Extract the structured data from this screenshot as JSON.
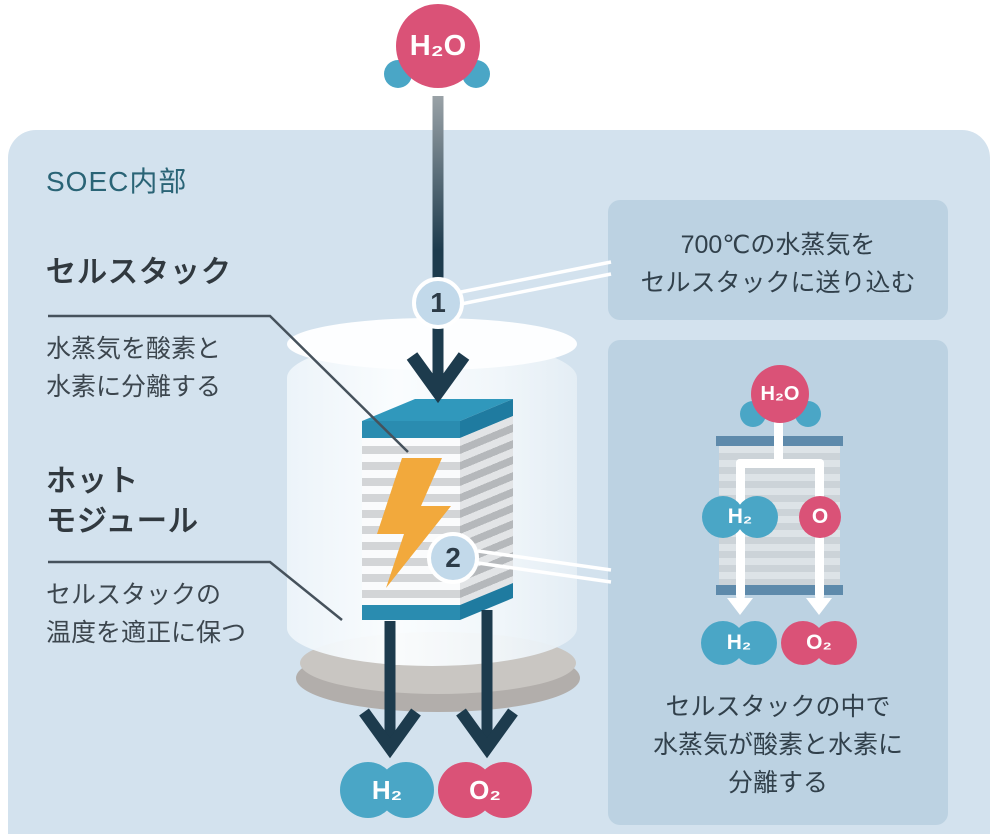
{
  "scene": {
    "title": "SOEC内部",
    "steps": {
      "one": "1",
      "two": "2"
    }
  },
  "molecules": {
    "h2o": "H₂O",
    "h2": "H₂",
    "o2": "O₂",
    "o": "O"
  },
  "labels": {
    "cell_stack": {
      "title": "セルスタック",
      "desc_line1": "水蒸気を酸素と",
      "desc_line2": "水素に分離する"
    },
    "hot_module": {
      "title_line1": "ホット",
      "title_line2": "モジュール",
      "desc_line1": "セルスタックの",
      "desc_line2": "温度を適正に保つ"
    }
  },
  "callout1": {
    "line1": "700℃の水蒸気を",
    "line2": "セルスタックに送り込む"
  },
  "callout2": {
    "caption_line1": "セルスタックの中で",
    "caption_line2": "水蒸気が酸素と水素に",
    "caption_line3": "分離する"
  },
  "colors": {
    "main_panel": "#d3e2ee",
    "callout_panel": "#bcd2e2",
    "title_teal": "#2a6476",
    "dark_navy_arrow": "#1d3b4d",
    "stack_cap_teal": "#2e95b9",
    "lightning_orange": "#f2a93c",
    "molecule_blue": "#4aa6c6",
    "molecule_pink": "#da5277",
    "mini_bar_blue": "#5e8aab",
    "step_circle_fill": "#c2d9ea"
  }
}
